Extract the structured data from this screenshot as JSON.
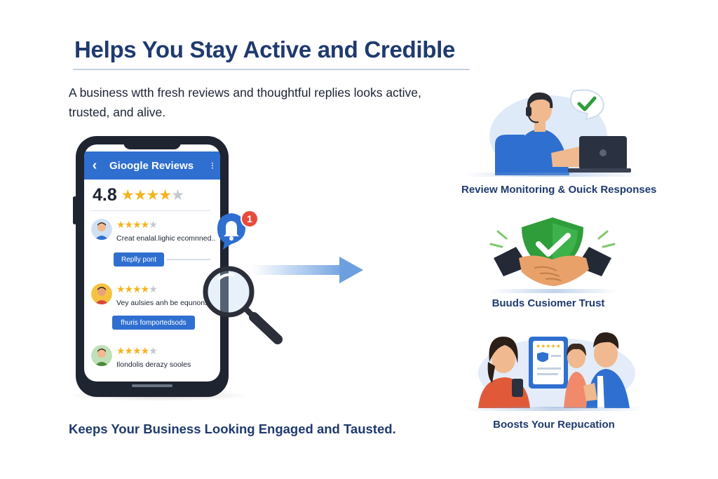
{
  "header": {
    "title": "Helps You Stay Active and Credible",
    "subtitle": "A business wtth fresh reviews and thoughtful replies looks active, trusted, and alive."
  },
  "phone": {
    "app_title": "Gioogle Reviews",
    "back_icon": "‹",
    "more_icon": "⁝",
    "rating": "4.8",
    "rating_stars": 4.5,
    "reviews": [
      {
        "text": "Creat enalal.lighic ecomnned..",
        "stars": 4,
        "reply_label": "Replly pont"
      },
      {
        "text": "Vey aulsies anh be equnons",
        "stars": 4,
        "reply_label": "fhuris fomportedsods"
      },
      {
        "text": "Ilondolis derazy sooles",
        "stars": 4
      }
    ],
    "notification_count": "1"
  },
  "features": [
    {
      "caption": "Review Monitoring & Ouick Responses"
    },
    {
      "caption": "Buuds Cusiomer Trust"
    },
    {
      "caption": "Boosts Your Repucation"
    }
  ],
  "footer": {
    "text": "Keeps Your Business Looking Engaged and Tausted."
  },
  "colors": {
    "accent": "#2f6fd0",
    "title": "#1f3a6e",
    "star": "#f3b420",
    "check": "#2e9d3a",
    "badge": "#e74b3c"
  },
  "icons": [
    "back-arrow-icon",
    "more-icon",
    "star-icon",
    "bell-icon",
    "magnifier-icon",
    "arrow-right-icon",
    "checkmark-icon",
    "shield-icon",
    "handshake-icon",
    "laptop-icon"
  ]
}
